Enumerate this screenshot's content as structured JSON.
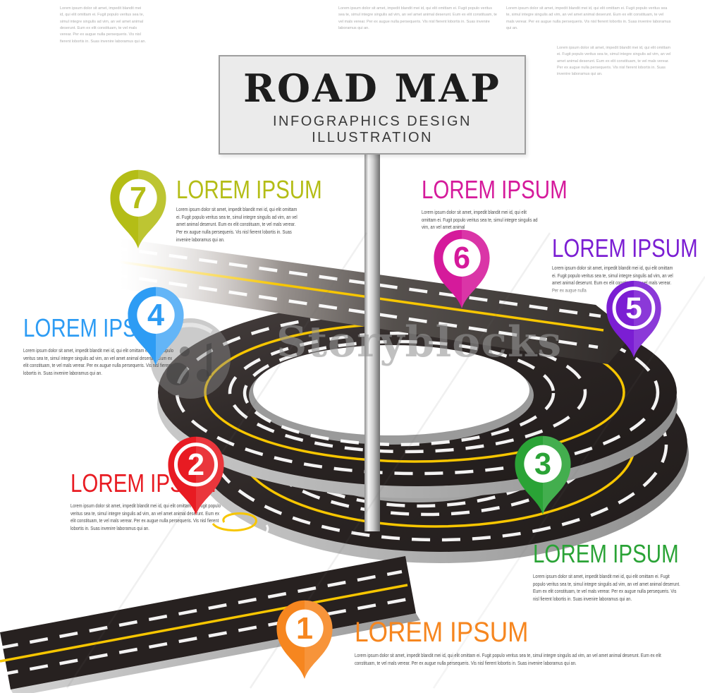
{
  "sign": {
    "title": "ROAD MAP",
    "subtitle": "INFOGRAPHICS DESIGN ILLUSTRATION"
  },
  "watermark": {
    "brand": "Storyblocks"
  },
  "items": [
    {
      "number": "1",
      "label": "LOREM IPSUM",
      "color": "#f6861f",
      "body": "Lorem ipsum dolor sit amet, impedit blandit mei id, qui elit omittam ei. Fugit populo veritus sea te, simul integre singulis ad vim, an vel amet animal deserunt. Eum ex elit constituam, te vel mals verear. Per ex augue nulla persequeris. Vis nisl fierent lobortis in. Suas invenire laboramus qui an."
    },
    {
      "number": "2",
      "label": "LOREM IPSUM",
      "color": "#e81b22",
      "body": "Lorem ipsum dolor sit amet, impedit blandit mei id, qui elit omittam ei. Fugit populo veritus sea te, simul integre singulis ad vim, an vel amet animal deserunt. Eum ex elit constituam, te vel mals verear. Per ex augue nulla persequeris. Vis nisl fierent lobortis in. Suas invenire laboramus qui an."
    },
    {
      "number": "3",
      "label": "LOREM IPSUM",
      "color": "#2aa336",
      "body": "Lorem ipsum dolor sit amet, impedit blandit mei id, qui elit omittam ei. Fugit populo veritus sea te, simul integre singulis ad vim, an vel amet animal deserunt. Eum ex elit constituam, te vel mals verear. Per ex augue nulla persequeris. Vis nisl fierent lobortis in. Suas invenire laboramus qui an."
    },
    {
      "number": "4",
      "label": "LOREM IPSUM",
      "color": "#2d9cf4",
      "body": "Lorem ipsum dolor sit amet, impedit blandit mei id, qui elit omittam ei. Fugit populo veritus sea te, simul integre singulis ad vim, an vel amet animal deserunt. Eum ex elit constituam, te vel mals verear. Per ex augue nulla persequeris. Vis nisl fierent lobortis in. Suas invenire laboramus qui an."
    },
    {
      "number": "5",
      "label": "LOREM IPSUM",
      "color": "#7b1ed3",
      "body": "Lorem ipsum dolor sit amet, impedit blandit mei id, qui elit omittam ei. Fugit populo veritus sea te, simul integre singulis ad vim, an vel amet animal deserunt. Eum ex elit constituam, te vel mals verear. Per ex augue nulla"
    },
    {
      "number": "6",
      "label": "LOREM IPSUM",
      "color": "#d51a9b",
      "body": "Lorem ipsum dolor sit amet, impedit blandit mei id, qui elit omittam ei. Fugit populo veritus sea te, simul integre singulis ad vim, an vel amet animal"
    },
    {
      "number": "7",
      "label": "LOREM IPSUM",
      "color": "#b4bd16",
      "body": "Lorem ipsum dolor sit amet, impedit blandit mei id, qui elit omittam ei. Fugit populo veritus sea te, simul integre singulis ad vim, an vel amet animal deserunt. Eum ex elit constituam, te vel mals verear. Per ex augue nulla persequeris. Vis nisl fierent lobortis in. Suas invenire laboramus qui an."
    }
  ],
  "decor": {
    "text": "Lorem ipsum dolor sit amet, impedit blandit mei id, qui elit omittam ei. Fugit populo veritus sea te, simul integre singulis ad vim, an vel amet animal deserunt. Eum ex elit constituam, te vel mals verear. Per ex augue nulla persequeris. Vis nisl fierent lobortis in. Suas invenire laboramus qui an."
  }
}
